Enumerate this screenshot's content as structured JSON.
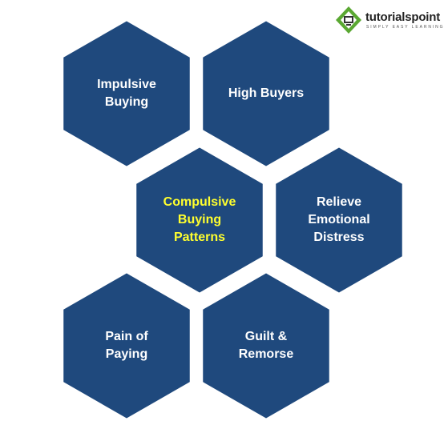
{
  "logo": {
    "brand": "tutorialspoint",
    "tagline": "SIMPLY EASY LEARNING"
  },
  "colors": {
    "hex_fill": "#1f497d",
    "hex_stroke": "#ffffff",
    "text": "#ffffff",
    "highlight_text": "#ffff2e",
    "logo_green": "#5aa832",
    "logo_dark": "#333333"
  },
  "nodes": [
    {
      "id": "impulsive",
      "label": "Impulsive\nBuying"
    },
    {
      "id": "high",
      "label": "High Buyers"
    },
    {
      "id": "compulsive",
      "label": "Compulsive\nBuying\nPatterns",
      "highlight": true
    },
    {
      "id": "relieve",
      "label": "Relieve\nEmotional\nDistress"
    },
    {
      "id": "pain",
      "label": "Pain of\nPaying"
    },
    {
      "id": "guilt",
      "label": "Guilt &\nRemorse"
    }
  ]
}
